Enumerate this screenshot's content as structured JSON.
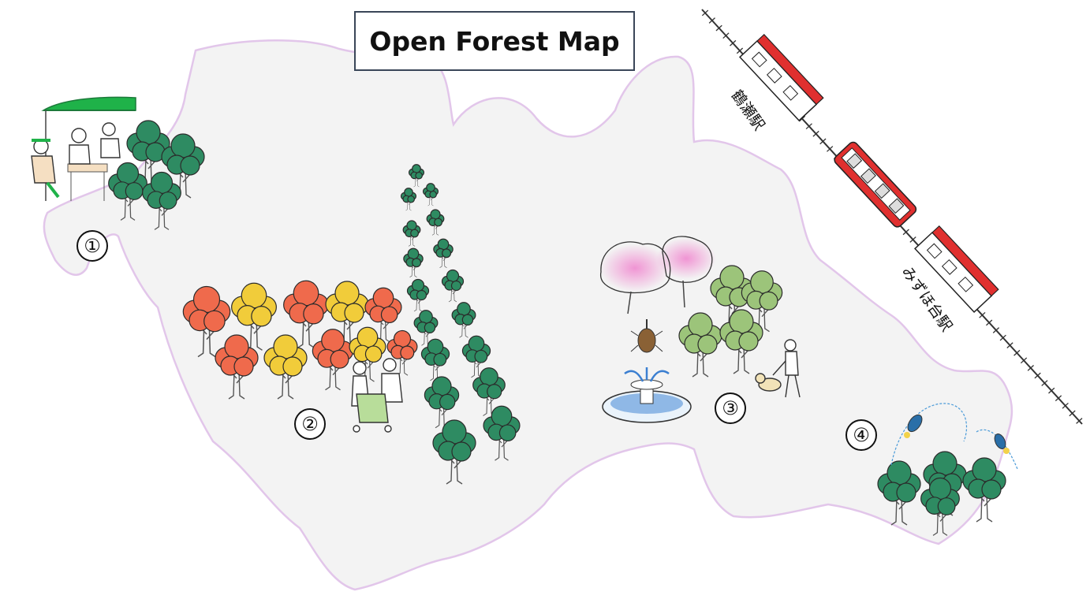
{
  "title": "Open Forest Map",
  "markers": [
    {
      "label": "①"
    },
    {
      "label": "②"
    },
    {
      "label": "③"
    },
    {
      "label": "④"
    }
  ],
  "stations": [
    {
      "name": "鶴瀬駅"
    },
    {
      "name": "みずほ台駅"
    }
  ],
  "colors": {
    "forest_fill": "#f3f3f3",
    "forest_outline": "#e2c6ea",
    "tree_green": "#2e8b62",
    "tree_orange": "#ef6a4c",
    "tree_yellow": "#f1cc3a",
    "tree_light_green": "#9cc47a",
    "blossom_pink": "#f0a6d8",
    "train_red": "#e0302f",
    "canopy_green": "#1fb249"
  }
}
